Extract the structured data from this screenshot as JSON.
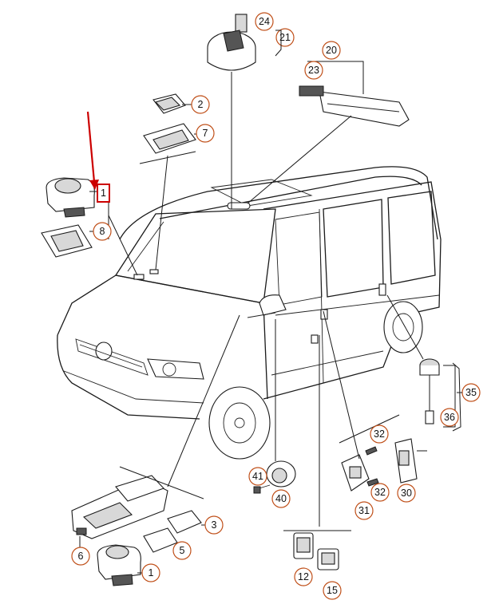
{
  "diagram": {
    "highlight_color": "#cc0000",
    "callout_color": "#c0501a",
    "callouts": {
      "c1_top": "1",
      "c2": "2",
      "c3": "3",
      "c5": "5",
      "c6": "6",
      "c7": "7",
      "c8": "8",
      "c12": "12",
      "c15": "15",
      "c1_bottom": "1",
      "c20": "20",
      "c21": "21",
      "c23": "23",
      "c24": "24",
      "c30": "30",
      "c31": "31",
      "c32_top": "32",
      "c32_bottom": "32",
      "c35": "35",
      "c36": "36",
      "c40": "40",
      "c41": "41"
    }
  }
}
